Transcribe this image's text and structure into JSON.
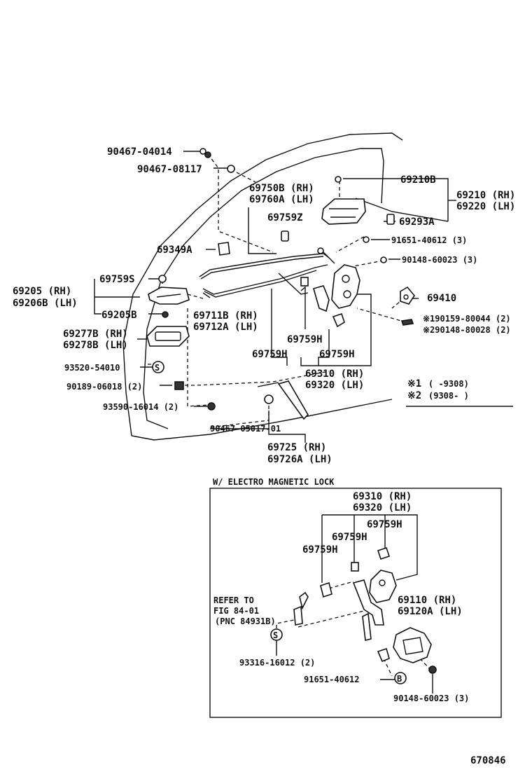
{
  "top_labels": {
    "p90467_04014": "90467-04014",
    "p90467_08117": "90467-08117",
    "p69750B": "69750B (RH)",
    "p69760A": "69760A (LH)",
    "p69759Z": "69759Z",
    "p69210B": "69210B",
    "p69210": "69210 (RH)",
    "p69220": "69220 (LH)",
    "p69293A": "69293A",
    "p91651_3": "91651-40612 (3)",
    "p90148_3": "90148-60023 (3)",
    "p69349A": "69349A",
    "p69759S": "69759S",
    "p69205": "69205  (RH)",
    "p69206B": "69206B (LH)",
    "p69205B": "69205B",
    "p69711B": "69711B (RH)",
    "p69712A": "69712A (LH)",
    "p69410": "69410",
    "p90159": "※190159-80044 (2)",
    "p90148_28": "※290148-80028 (2)",
    "p69277B": "69277B (RH)",
    "p69278B": "69278B (LH)",
    "p69759H_a": "69759H",
    "p69759H_b": "69759H",
    "p69759H_c": "69759H",
    "p93520": "93520-54010",
    "p69310": "69310 (RH)",
    "p69320": "69320 (LH)",
    "p90189": "90189-06018 (2)",
    "p93590": "93590-16014 (2)",
    "p90467_05017": "90467-05017-01",
    "p69725": "69725  (RH)",
    "p69726A": "69726A (LH)"
  },
  "legend": {
    "row1_mark": "※1",
    "row1_range": "(      -9308)",
    "row2_mark": "※2",
    "row2_range": "(9308-      )"
  },
  "inset": {
    "title": "W/ ELECTRO MAGNETIC LOCK",
    "p69310": "69310 (RH)",
    "p69320": "69320 (LH)",
    "p69759H_a": "69759H",
    "p69759H_b": "69759H",
    "p69759H_c": "69759H",
    "refer1": "REFER TO",
    "refer2": "FIG 84-01",
    "refer3": "(PNC 84931B)",
    "p69110": "69110  (RH)",
    "p69120A": "69120A (LH)",
    "p93316": "93316-16012 (2)",
    "p91651": "91651-40612",
    "p90148": "90148-60023 (3)"
  },
  "footer": {
    "figure_number": "670846"
  }
}
